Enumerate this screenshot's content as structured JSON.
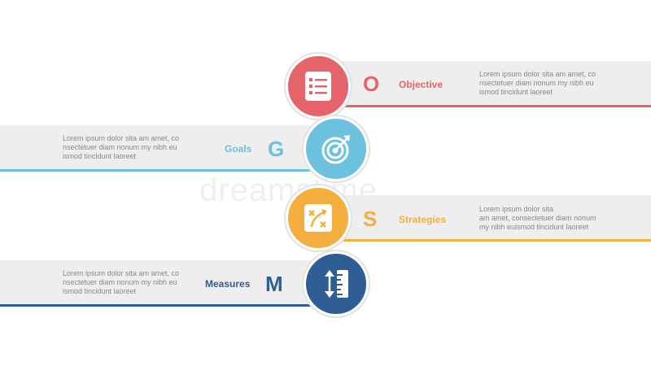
{
  "colors": {
    "objective": "#e5636b",
    "goals": "#6cc1de",
    "strategies": "#f4ae3d",
    "measures": "#2f5e94",
    "band": "#eeeeee",
    "text": "#888888"
  },
  "steps": [
    {
      "letter": "O",
      "label": "Objective",
      "icon": "list-icon",
      "description": [
        "Lorem ipsum dolor sita am amet, co",
        "nsectetuer diam nonum my nibh eu",
        "ismod tincidunt laoreet"
      ]
    },
    {
      "letter": "G",
      "label": "Goals",
      "icon": "target-icon",
      "description": [
        "Lorem ipsum dolor sita am amet, co",
        "nsectetuer diam nonum my nibh eu",
        "ismod tincidunt laoreet"
      ]
    },
    {
      "letter": "S",
      "label": "Strategies",
      "icon": "strategy-icon",
      "description": [
        "Lorem ipsum dolor sita",
        "am amet, consectetuer diam nonum",
        "my nibh euismod tincidunt laoreet"
      ]
    },
    {
      "letter": "M",
      "label": "Measures",
      "icon": "ruler-icon",
      "description": [
        "Lorem ipsum dolor sita am amet, co",
        "nsectetuer diam nonum my nibh eu",
        "ismod tincidunt laoreet"
      ]
    }
  ]
}
